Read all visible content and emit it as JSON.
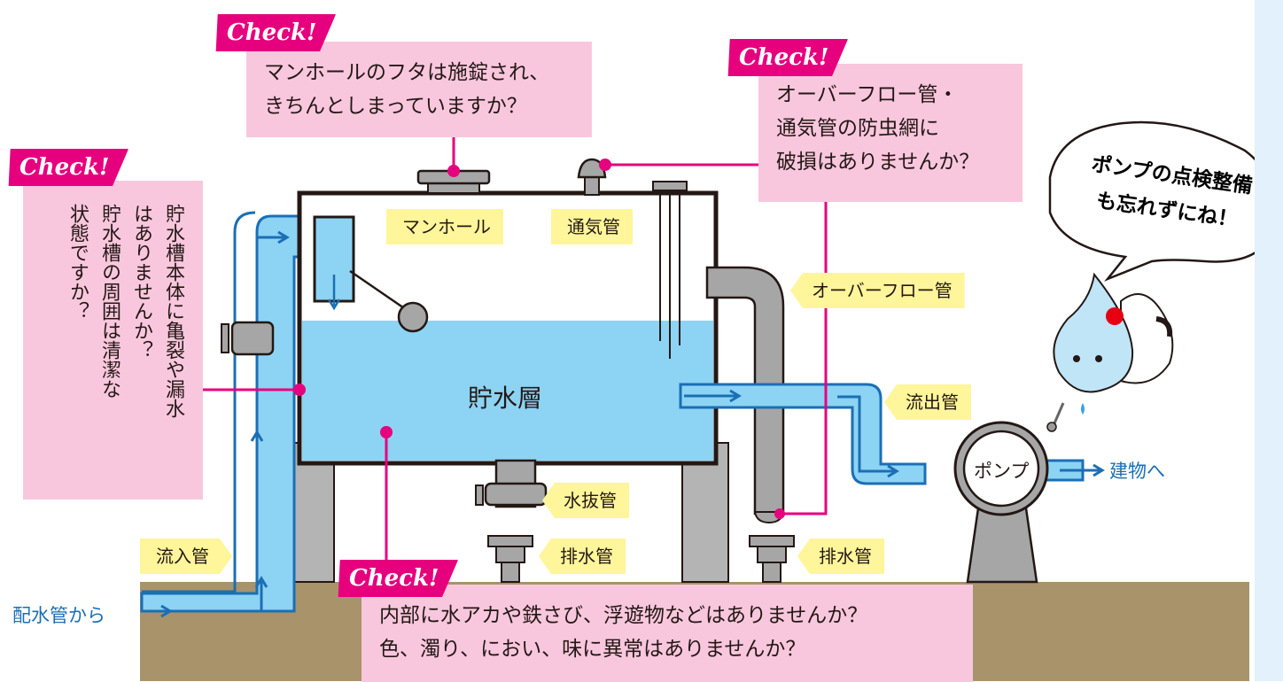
{
  "checks": {
    "badge_text": "Check!",
    "manhole": [
      "マンホールのフタは施錠され、",
      "きちんとしまっていますか？"
    ],
    "overflow": [
      "オーバーフロー管・",
      "通気管の防虫網に",
      "破損はありませんか？"
    ],
    "tank_body": [
      "貯水槽本体に亀裂や漏水",
      "はありませんか？",
      "貯水槽の周囲は清潔な",
      "状態ですか？"
    ],
    "interior": [
      "内部に水アカや鉄さび、浮遊物などはありませんか？",
      "色、濁り、におい、味に異常はありませんか？"
    ]
  },
  "labels": {
    "manhole": "マンホール",
    "vent": "通気管",
    "overflow_pipe": "オーバーフロー管",
    "outflow_pipe": "流出管",
    "drain_valve": "水抜管",
    "drain_pipe_1": "排水管",
    "drain_pipe_2": "排水管",
    "inflow_pipe": "流入管"
  },
  "tank_label": "貯水層",
  "pump_label": "ポンプ",
  "flow": {
    "from": "配水管から",
    "to": "建物へ"
  },
  "speech": [
    "ポンプの点検整備",
    "も忘れずにね！"
  ],
  "colors": {
    "water": "#8dd3f3",
    "pipe_outline": "#1a6fb5",
    "pink": "#f9c7dd",
    "magenta": "#e6007e",
    "yellow": "#fff59a",
    "ground": "#a8936b",
    "gray": "#9b9b9b",
    "dark": "#231815"
  }
}
